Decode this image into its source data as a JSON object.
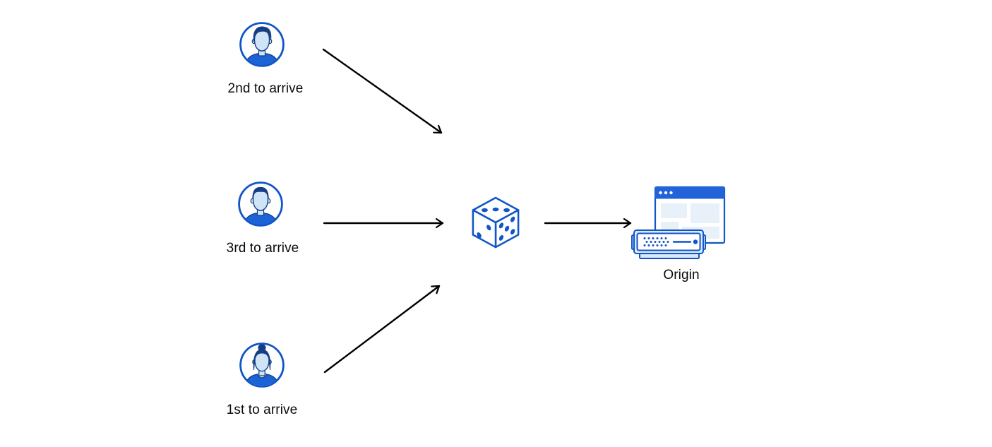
{
  "diagram": {
    "title": "random-steering-diagram",
    "background": "#ffffff",
    "colors": {
      "primary_blue": "#1155c8",
      "header_blue": "#2263da",
      "hair_navy": "#153e86",
      "face_light_blue": "#cfe4f4",
      "panel_light_blue": "#e8f1f9",
      "server_casing_blue": "#d8e9f8",
      "arrow_black": "#000000",
      "label_text": "#0a0a0a"
    },
    "nodes": [
      {
        "id": "user-2nd",
        "label": "2nd to arrive",
        "icon": "user-avatar-male-swept-hair-icon"
      },
      {
        "id": "user-3rd",
        "label": "3rd to arrive",
        "icon": "user-avatar-male-flattop-icon"
      },
      {
        "id": "user-1st",
        "label": "1st to arrive",
        "icon": "user-avatar-female-bun-icon"
      },
      {
        "id": "random-selector",
        "label": "",
        "icon": "dice-icon"
      },
      {
        "id": "origin",
        "label": "Origin",
        "icon": "origin-server-browser-icon"
      }
    ],
    "edges": [
      {
        "from": "user-2nd",
        "to": "random-selector"
      },
      {
        "from": "user-3rd",
        "to": "random-selector"
      },
      {
        "from": "user-1st",
        "to": "random-selector"
      },
      {
        "from": "random-selector",
        "to": "origin"
      }
    ]
  }
}
